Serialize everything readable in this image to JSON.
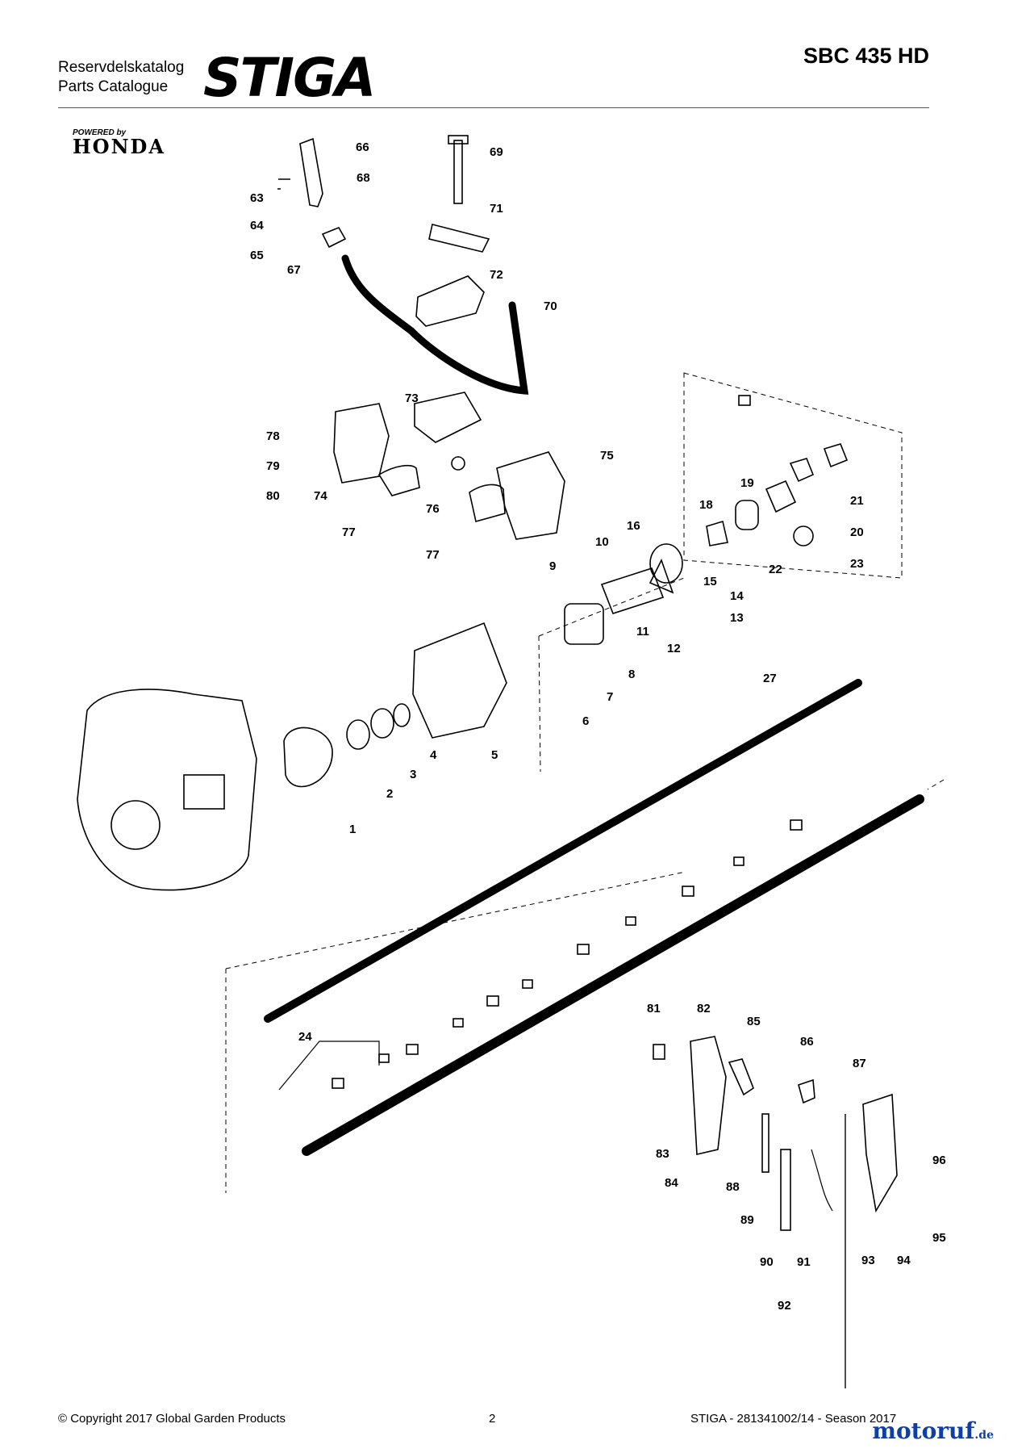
{
  "header": {
    "catalogue_se": "Reservdelskatalog",
    "catalogue_en": "Parts Catalogue",
    "brand_logo": "STIGA",
    "model": "SBC 435 HD",
    "engine_powered_by": "POWERED by",
    "engine_brand": "HONDA"
  },
  "diagram": {
    "part_labels": [
      "1",
      "2",
      "3",
      "4",
      "5",
      "6",
      "7",
      "8",
      "9",
      "10",
      "11",
      "12",
      "13",
      "14",
      "15",
      "16",
      "18",
      "19",
      "20",
      "21",
      "22",
      "23",
      "24",
      "27",
      "63",
      "64",
      "65",
      "66",
      "67",
      "68",
      "69",
      "70",
      "71",
      "72",
      "73",
      "74",
      "75",
      "76",
      "77",
      "77",
      "78",
      "79",
      "80",
      "81",
      "82",
      "83",
      "84",
      "85",
      "86",
      "87",
      "88",
      "89",
      "90",
      "91",
      "92",
      "93",
      "94",
      "95",
      "96"
    ]
  },
  "footer": {
    "copyright": "© Copyright 2017 Global Garden Products",
    "page_number": "2",
    "doc_ref": "STIGA - 281341002/14 - Season 2017",
    "watermark_main": "motoruf",
    "watermark_tld": ".de"
  }
}
